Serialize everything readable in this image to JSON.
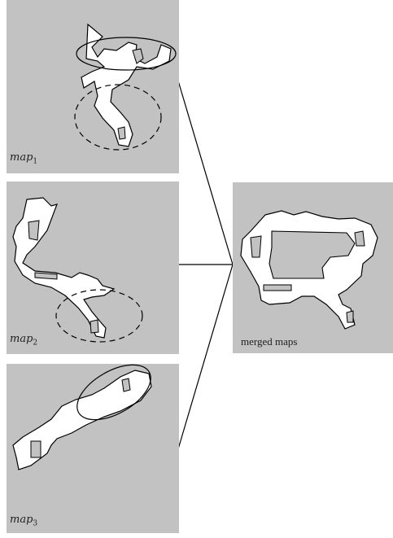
{
  "maps": [
    {
      "label_base": "map",
      "label_sub": "1"
    },
    {
      "label_base": "map",
      "label_sub": "2"
    },
    {
      "label_base": "map",
      "label_sub": "3"
    }
  ],
  "merged": {
    "label": "merged maps"
  },
  "colors": {
    "panel": "#c2c2c2",
    "free_space": "#ffffff",
    "outline": "#000000"
  }
}
